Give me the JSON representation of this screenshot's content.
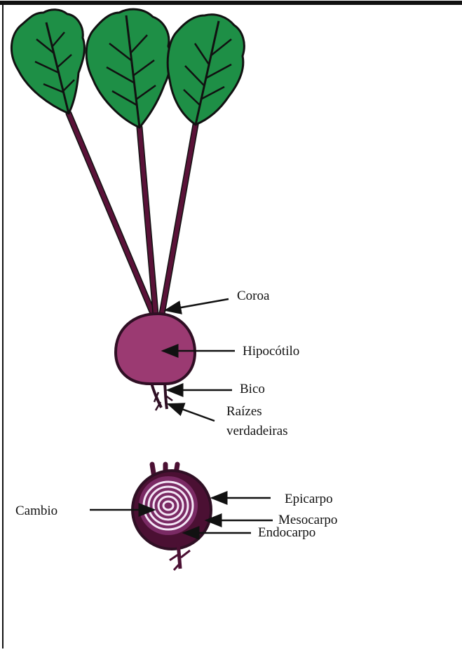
{
  "labels": {
    "coroa": "Coroa",
    "hipocotilo": "Hipocótilo",
    "bico": "Bico",
    "raizes_line1": "Raízes",
    "raizes_line2": "verdadeiras",
    "cambio": "Cambio",
    "epicarpo": "Epicarpo",
    "mesocarpo": "Mesocarpo",
    "endocarpo": "Endocarpo"
  },
  "colors": {
    "leaf": "#1e8f46",
    "leaf_outline": "#111111",
    "stem": "#5a1238",
    "beet": "#9b3a72",
    "beet_outline": "#2f0f24",
    "section_outer": "#4b1033",
    "section_inner": "#7a2a64",
    "rings": "#f4e6f6"
  }
}
